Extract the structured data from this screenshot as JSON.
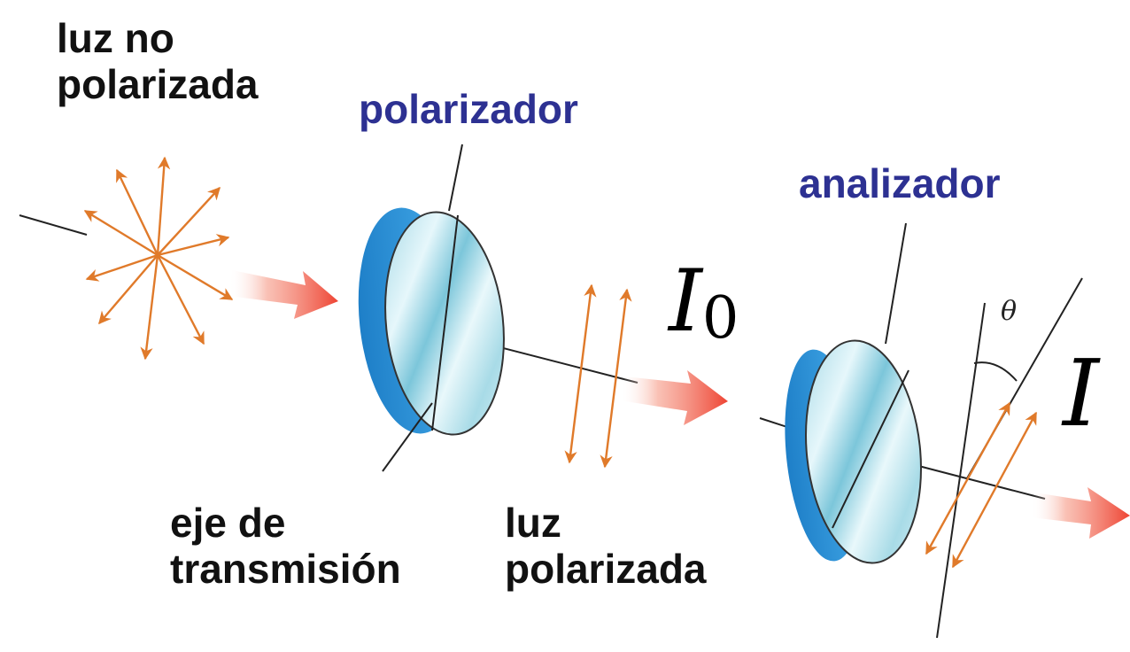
{
  "labels": {
    "unpolarized_line1": "luz no",
    "unpolarized_line2": "polarizada",
    "polarizer": "polarizador",
    "analyzer": "analizador",
    "axis_line1": "eje de",
    "axis_line2": "transmisión",
    "polarized_line1": "luz",
    "polarized_line2": "polarizada"
  },
  "symbols": {
    "intensity_initial_base": "I",
    "intensity_initial_sub": "0",
    "intensity_final": "I",
    "angle": "θ"
  },
  "colors": {
    "label_text": "#111111",
    "device_label": "#2d3192",
    "arrow_orange": "#e07a2a",
    "beam_red": "#ef4a3a",
    "lens_rim": "#2a8fd6",
    "lens_face": "#bfe6ef"
  }
}
